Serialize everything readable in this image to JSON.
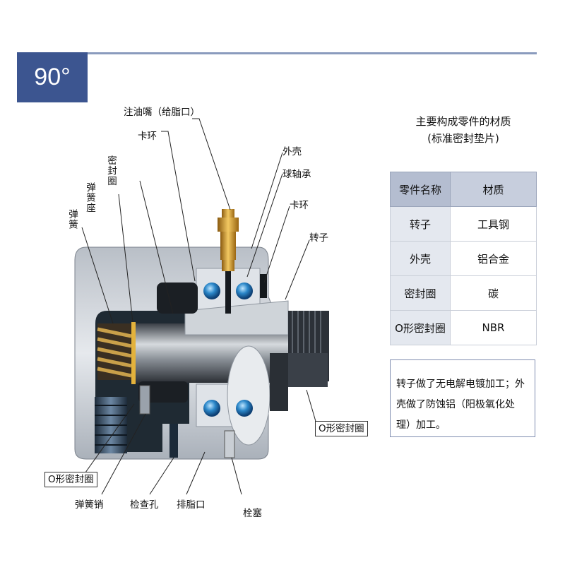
{
  "angle_badge": "90°",
  "labels": {
    "grease_nipple": "注油嘴（给脂口）",
    "snap_ring_top": "卡环",
    "seal_ring": "密封圈",
    "spring_seat": "弹簧座",
    "spring": "弹簧",
    "housing": "外壳",
    "ball_bearing": "球轴承",
    "snap_ring_right": "卡环",
    "rotor": "转子",
    "o_ring_right": "O形密封圈",
    "o_ring_left": "O形密封圈",
    "spring_pin": "弹簧销",
    "inspection_hole": "检查孔",
    "grease_outlet": "排脂口",
    "plug": "栓塞"
  },
  "materials": {
    "title_line1": "主要构成零件的材质",
    "title_line2": "(标准密封垫片)",
    "header": {
      "part": "零件名称",
      "material": "材质"
    },
    "rows": [
      {
        "part": "转子",
        "material": "工具钢"
      },
      {
        "part": "外壳",
        "material": "铝合金"
      },
      {
        "part": "密封圈",
        "material": "碳"
      },
      {
        "part": "O形密封圈",
        "material": "NBR"
      }
    ]
  },
  "note": "转子做了无电解电镀加工；外壳做了防蚀铝（阳极氧化处理）加工。"
}
